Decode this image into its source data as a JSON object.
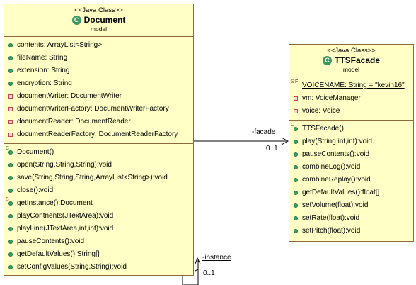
{
  "document": {
    "stereotype": "<<Java Class>>",
    "name": "Document",
    "package": "model",
    "icon": "class-icon",
    "fields": [
      {
        "vis": "public",
        "text": "contents: ArrayList<String>"
      },
      {
        "vis": "public",
        "text": "fileName: String"
      },
      {
        "vis": "public",
        "text": "extension: String"
      },
      {
        "vis": "public",
        "text": "encryption: String"
      },
      {
        "vis": "private",
        "text": "documentWriter: DocumentWriter"
      },
      {
        "vis": "private",
        "text": "documentWriterFactory: DocumentWriterFactory"
      },
      {
        "vis": "private",
        "text": "documentReader: DocumentReader"
      },
      {
        "vis": "private",
        "text": "documentReaderFactory: DocumentReaderFactory"
      }
    ],
    "methods": [
      {
        "vis": "public",
        "text": "Document()",
        "constructor": true
      },
      {
        "vis": "public",
        "text": "open(String,String,String):void"
      },
      {
        "vis": "public",
        "text": "save(String,String,String,ArrayList<String>):void"
      },
      {
        "vis": "public",
        "text": "close():void"
      },
      {
        "vis": "public",
        "text": "getInstance():Document",
        "static": true
      },
      {
        "vis": "public",
        "text": "playContnents(JTextArea):void"
      },
      {
        "vis": "public",
        "text": "playLine(JTextArea,int,int):void"
      },
      {
        "vis": "public",
        "text": "pauseContents():void"
      },
      {
        "vis": "public",
        "text": "getDefaultValues():String[]"
      },
      {
        "vis": "public",
        "text": "setConfigValues(String,String):void"
      }
    ]
  },
  "ttsfacade": {
    "stereotype": "<<Java Class>>",
    "name": "TTSFacade",
    "package": "model",
    "icon": "class-icon",
    "fields": [
      {
        "vis": "none",
        "text": "VOICENAME: String = \"kevin16\"",
        "static": true,
        "final": true
      },
      {
        "vis": "private",
        "text": "vm: VoiceManager"
      },
      {
        "vis": "private",
        "text": "voice: Voice"
      }
    ],
    "methods": [
      {
        "vis": "public",
        "text": "TTSFacade()",
        "constructor": true
      },
      {
        "vis": "public",
        "text": "play(String,int,int):void"
      },
      {
        "vis": "public",
        "text": "pauseContents():void"
      },
      {
        "vis": "public",
        "text": "combineLog():void"
      },
      {
        "vis": "public",
        "text": "combineReplay():void"
      },
      {
        "vis": "public",
        "text": "getDefaultValues():float[]"
      },
      {
        "vis": "public",
        "text": "setVolume(float):void"
      },
      {
        "vis": "public",
        "text": "setRate(float):void"
      },
      {
        "vis": "public",
        "text": "setPitch(float):void"
      }
    ]
  },
  "associations": [
    {
      "role": "-facade",
      "multiplicity": "0..1"
    },
    {
      "role": "-instance",
      "multiplicity": "0..1"
    }
  ],
  "colors": {
    "class_fill": "#ffffc6",
    "class_border": "#8e6a3a",
    "public": "#37a36a",
    "private": "#c0484c"
  }
}
